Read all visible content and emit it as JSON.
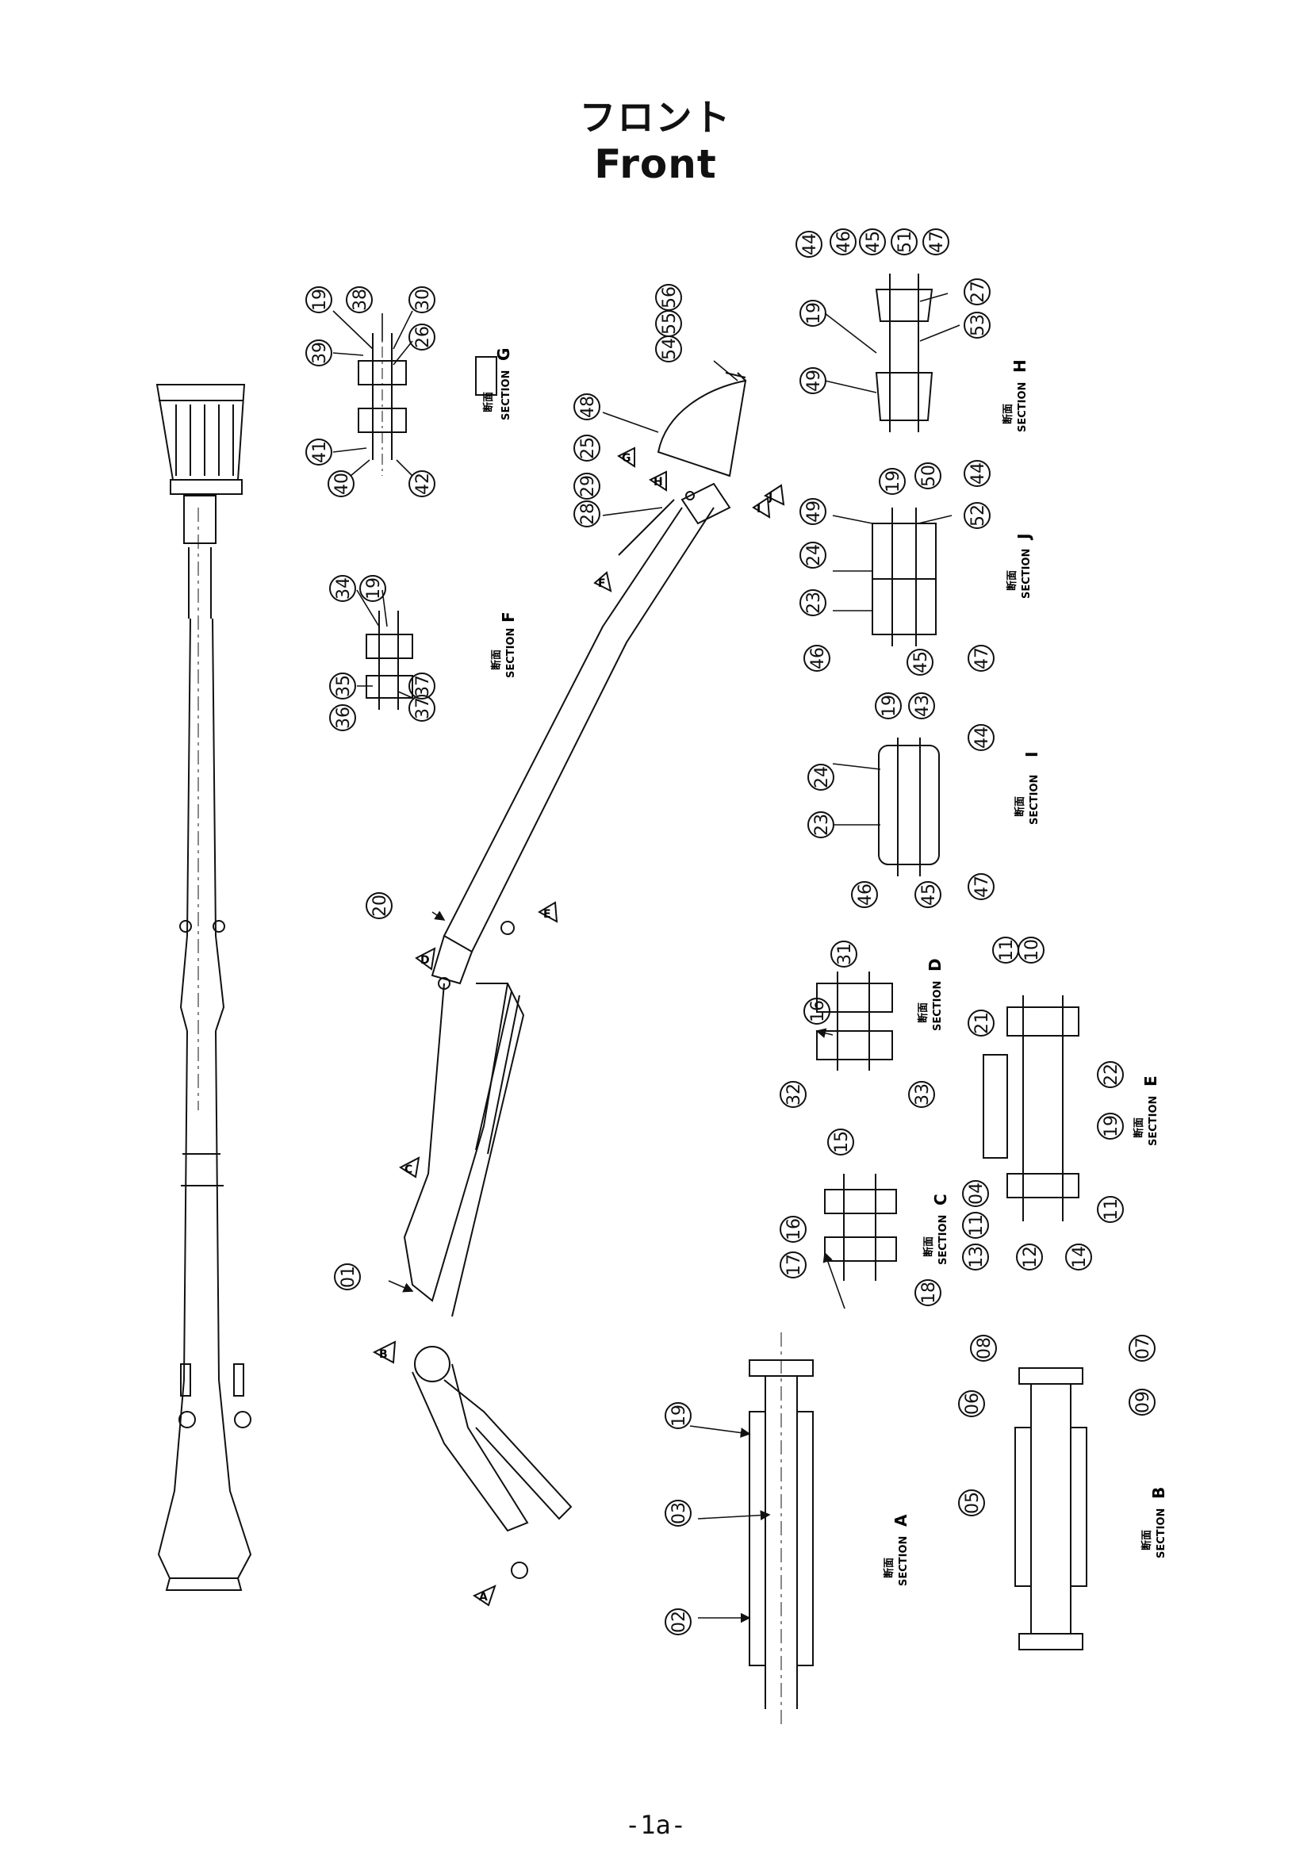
{
  "header": {
    "title_jp": "フロント",
    "title_en": "Front"
  },
  "footer": {
    "page": "-1a-"
  },
  "section_labels": {
    "jp": "断面",
    "word": "SECTION",
    "A": "A",
    "B": "B",
    "C": "C",
    "D": "D",
    "E": "E",
    "F": "F",
    "G": "G",
    "H": "H",
    "I": "I",
    "J": "J"
  },
  "callouts": {
    "n01": "01",
    "n02": "02",
    "n03": "03",
    "n04": "04",
    "n05": "05",
    "n06": "06",
    "n07": "07",
    "n08": "08",
    "n09": "09",
    "n10": "10",
    "n11": "11",
    "n12": "12",
    "n13": "13",
    "n14": "14",
    "n15": "15",
    "n16": "16",
    "n17": "17",
    "n18": "18",
    "n19": "19",
    "n20": "20",
    "n21": "21",
    "n22": "22",
    "n23": "23",
    "n24": "24",
    "n25": "25",
    "n26": "26",
    "n27": "27",
    "n28": "28",
    "n29": "29",
    "n30": "30",
    "n31": "31",
    "n32": "32",
    "n33": "33",
    "n34": "34",
    "n35": "35",
    "n36": "36",
    "n37": "37",
    "n38": "38",
    "n39": "39",
    "n40": "40",
    "n41": "41",
    "n42": "42",
    "n43": "43",
    "n44": "44",
    "n45": "45",
    "n46": "46",
    "n47": "47",
    "n48": "48",
    "n49": "49",
    "n50": "50",
    "n51": "51",
    "n52": "52",
    "n53": "53",
    "n54": "54",
    "n55": "55",
    "n56": "56"
  },
  "view_markers": {
    "A": "A",
    "B": "B",
    "C": "C",
    "D": "D",
    "E": "E",
    "F": "F",
    "G": "G",
    "H": "H",
    "I": "I",
    "J": "J"
  }
}
